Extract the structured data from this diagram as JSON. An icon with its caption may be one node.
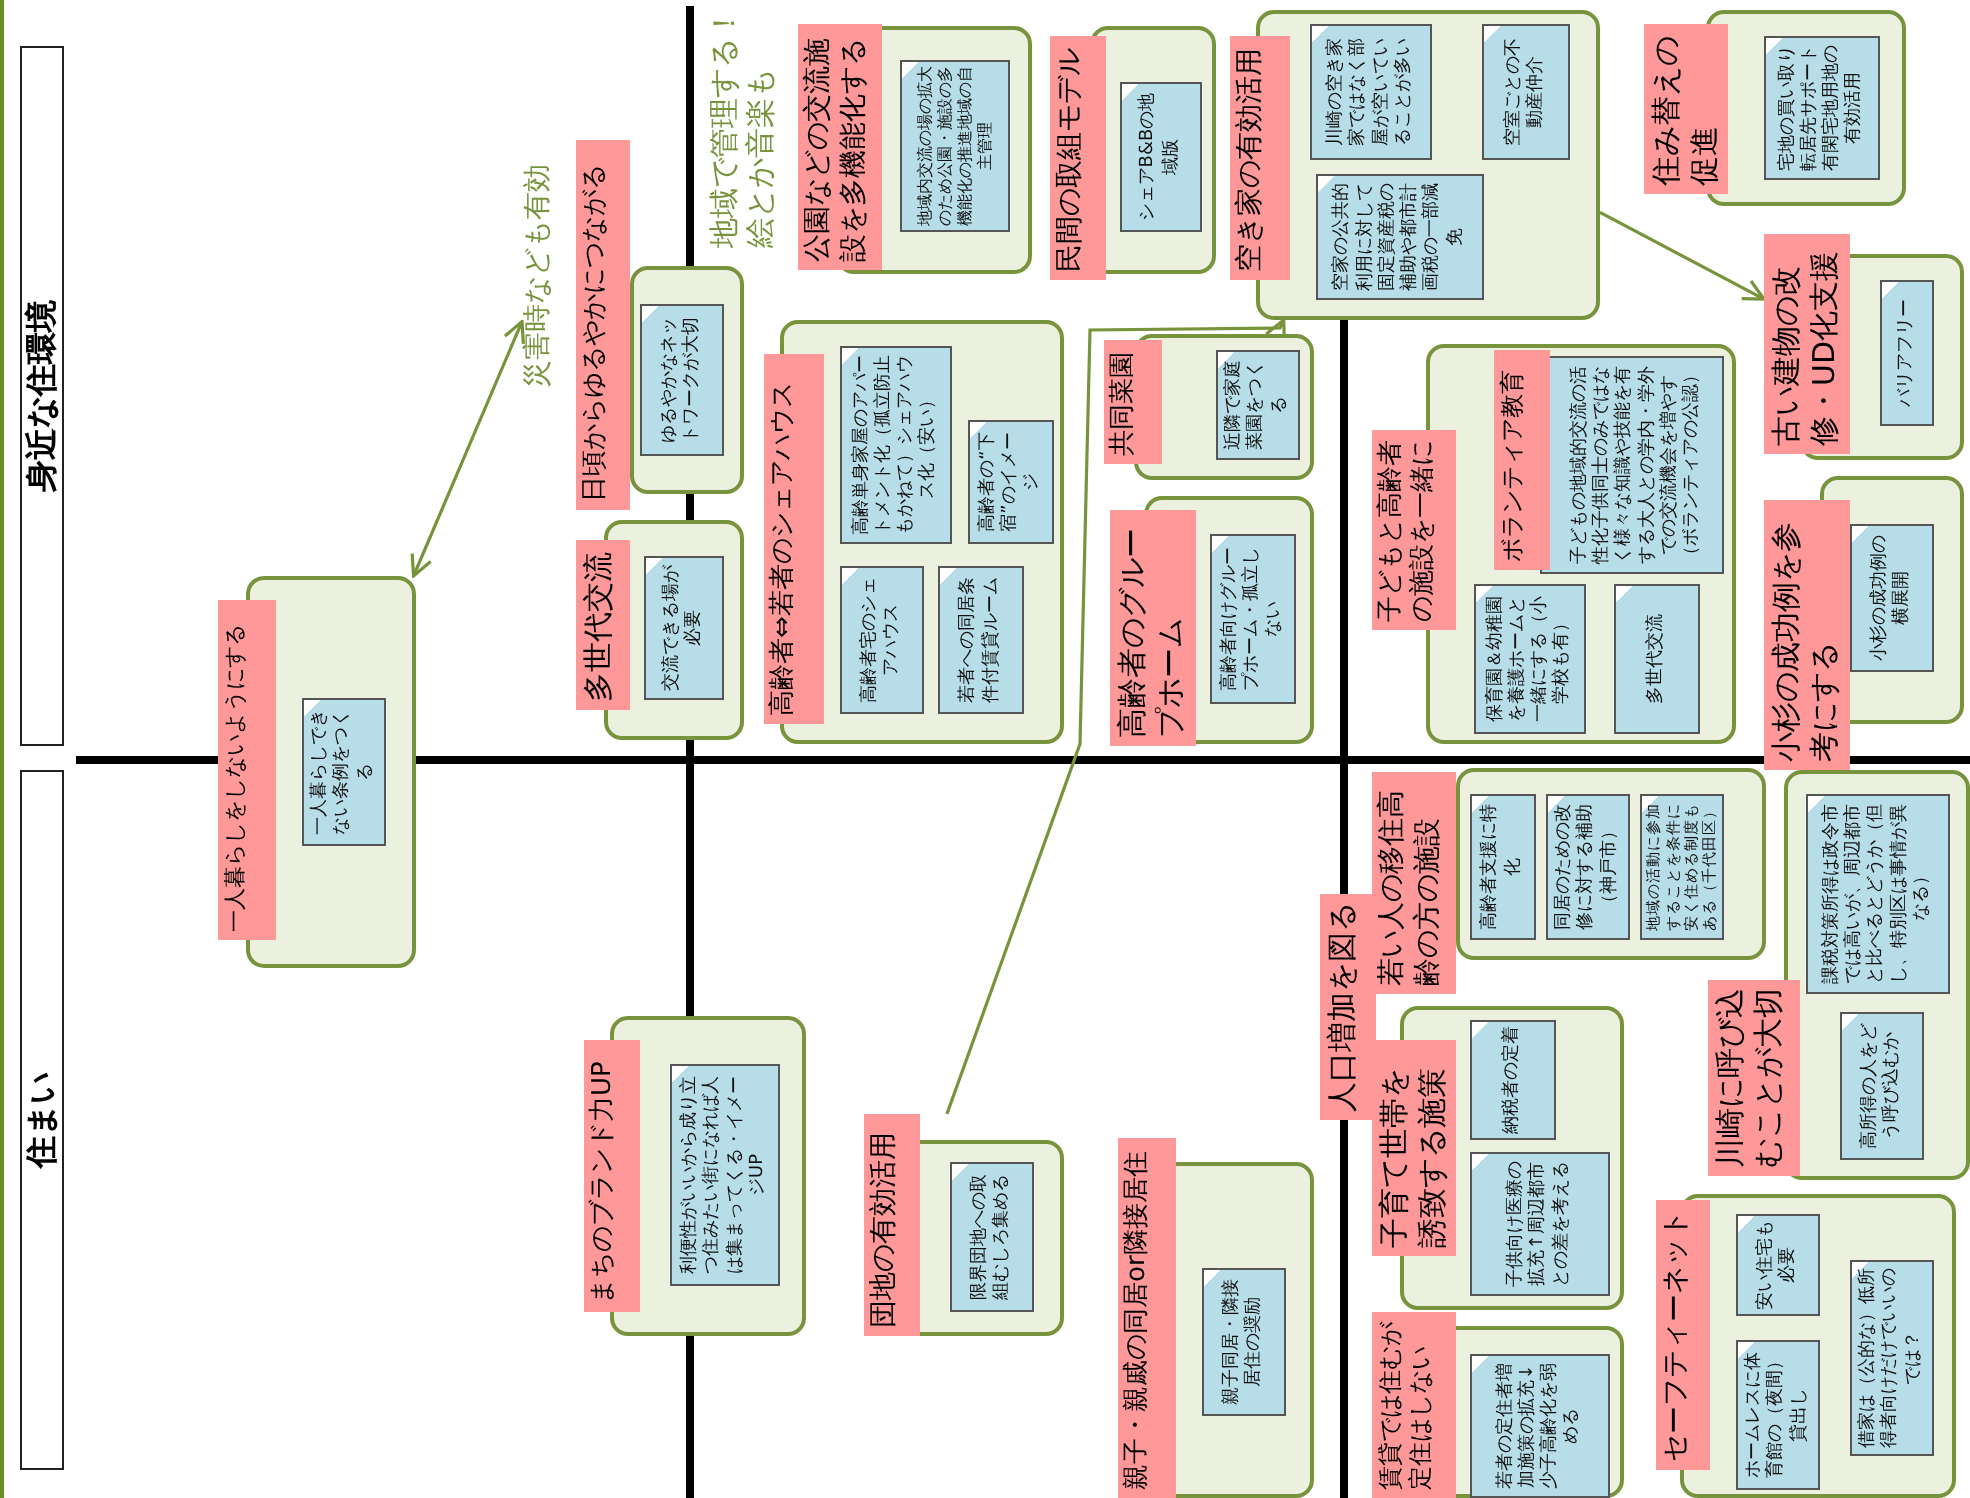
{
  "diagram": {
    "nodes": [
      {
        "text": [
          "身近な住環境"
        ]
      },
      {
        "text": [
          "住まい"
        ]
      },
      {
        "text": [
          "災害時なども有効"
        ]
      },
      {
        "text": [
          "日頃からゆるやかにつながる"
        ]
      },
      {
        "text": [
          "ゆるやかなネットワークが大切"
        ],
        "in": 3
      },
      {
        "text": [
          "多世代交流"
        ]
      },
      {
        "text": [
          "交流できる場が必要"
        ],
        "in": 5
      },
      {
        "text": [
          "一人暮らしをしないようにする"
        ]
      },
      {
        "text": [
          "一人暮らしできない条例をつくる"
        ],
        "in": 7
      },
      {
        "text": [
          "公園などの交流施設を多機能化する"
        ]
      },
      {
        "text": [
          "地域内交流の場の拡大のため公園・施設の多機能化の推進地域の自主管理"
        ],
        "in": 9
      },
      {
        "text": [
          "民間の取組モデル"
        ]
      },
      {
        "text": [
          "シェアB&Bの地域版"
        ],
        "in": 11
      },
      {
        "text": [
          "空き家の有効活用"
        ]
      },
      {
        "text": [
          "川崎の空き家家ではなく部屋が空いていることが多い"
        ],
        "in": 13
      },
      {
        "text": [
          "空室ごとの不動産仲介"
        ],
        "in": 13
      },
      {
        "text": [
          "空家の公共的利用に対して固定資産税の補助や都市計画税の一部減免"
        ],
        "in": 13
      },
      {
        "text": [
          "住み替えの促進"
        ]
      },
      {
        "text": [
          "宅地の買い取り転居先サポート有閑宅地用地の有効活用"
        ],
        "in": 17
      },
      {
        "text": [
          "高齢者⇔若者のシェアハウス"
        ]
      },
      {
        "text": [
          "高齢単身家屋のアパートメント化（孤立防止もかねて）シェアハウス化（安い）"
        ],
        "in": 19
      },
      {
        "text": [
          "高齢者の“下宿”のイメージ"
        ],
        "in": 19
      },
      {
        "text": [
          "高齢者宅のシェアハウス"
        ],
        "in": 19
      },
      {
        "text": [
          "若者への同居条件付賃貸ルーム"
        ],
        "in": 19
      },
      {
        "text": [
          "共同菜園"
        ]
      },
      {
        "text": [
          "近隣で家庭菜園をつくる"
        ],
        "in": 24
      },
      {
        "text": [
          "高齢者のグループホーム"
        ]
      },
      {
        "text": [
          "高齢者向けグループホーム・孤立しない"
        ],
        "in": 26
      },
      {
        "text": [
          "古い建物の改修・UD化支援"
        ]
      },
      {
        "text": [
          "バリアフリー"
        ],
        "in": 28
      },
      {
        "text": [
          "子どもと高齢者の施設を一緒に"
        ]
      },
      {
        "text": [
          "ボランティア教育",
          "子どもの地域的交流の活性化子供同士のみではなく様々な知識や技能を有する大人との学内・学外での交流機会を増やす（ボランティアの公認）"
        ],
        "in": 30
      },
      {
        "text": [
          "保育園＆幼稚園を養護ホームと一緒にする（小学校も有）"
        ],
        "in": 30
      },
      {
        "text": [
          "多世代交流"
        ],
        "in": 30
      },
      {
        "text": [
          "小杉の成功例を参考にする"
        ]
      },
      {
        "text": [
          "小杉の成功例の横展開"
        ],
        "in": 34
      },
      {
        "text": [
          "まちのブランド力UP"
        ]
      },
      {
        "text": [
          "利便性がいいから成り立つ住みたい街になれば人は集まってくる・イメージUP"
        ],
        "in": 36
      },
      {
        "text": [
          "団地の有効活用"
        ]
      },
      {
        "text": [
          "限界団地への取組むしろ集める"
        ],
        "in": 38
      },
      {
        "text": [
          "親子・親戚の同居or隣接居住"
        ]
      },
      {
        "text": [
          "親子同居・隣接居住の奨励"
        ],
        "in": 40
      },
      {
        "text": [
          "若い人の移住高齢の方の施設"
        ]
      },
      {
        "text": [
          "高齢者支援に特化"
        ],
        "in": 42
      },
      {
        "text": [
          "同居のための改修に対する補助（神戸市）"
        ],
        "in": 42
      },
      {
        "text": [
          "地域の活動に参加することを条件に安く住める制度もある（千代田区）"
        ],
        "in": 42
      },
      {
        "text": [
          "川崎に呼び込むことが大切"
        ]
      },
      {
        "text": [
          "課税対策所得は政令市では高いが、周辺都市と比べるとどうか（但し、特別区は事情が異なる）"
        ],
        "in": 46
      },
      {
        "text": [
          "高所得の人をどう呼び込むか"
        ],
        "in": 46
      },
      {
        "text": [
          "子育て世帯を誘致する施策"
        ]
      },
      {
        "text": [
          "納税者の定着"
        ],
        "in": 49
      },
      {
        "text": [
          "子供向け医療の拡充↑周辺都市との差を考える"
        ],
        "in": 49
      },
      {
        "text": [
          "賃貸では住むが定住はしない"
        ]
      },
      {
        "text": [
          "若者の定住者増加施策の拡充↓少子高齢化を弱める"
        ],
        "in": 52
      },
      {
        "text": [
          "セーフティーネット"
        ]
      },
      {
        "text": [
          "安い住宅も必要"
        ],
        "in": 54
      },
      {
        "text": [
          "ホームレスに体育館の（夜間）貸出し"
        ],
        "in": 54
      },
      {
        "text": [
          "借家は（公的な）低所得者向けだけでいいのでは？"
        ],
        "in": 54
      }
    ],
    "edges": [
      {
        "from": 7,
        "to": 2,
        "arrow": "both"
      },
      {
        "from": 38,
        "to": 13,
        "arrow": "to"
      },
      {
        "from": 13,
        "to": 28,
        "arrow": "to"
      }
    ],
    "labels": [
      "地域で管理する！絵とか音楽も",
      "人口増加を図る"
    ]
  }
}
